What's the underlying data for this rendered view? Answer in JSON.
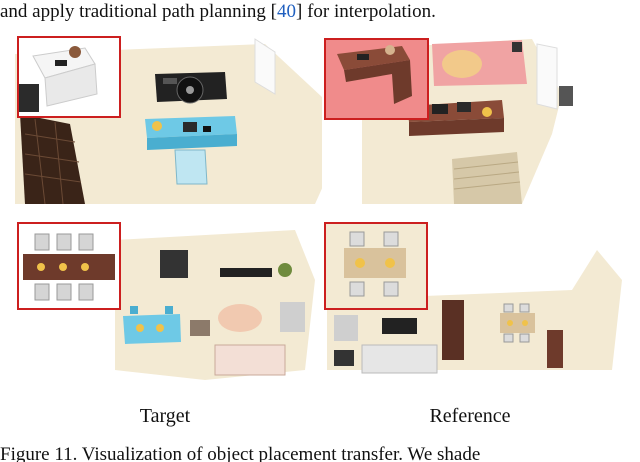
{
  "text_before": "and apply traditional path planning [",
  "citation": "40",
  "text_after": "] for interpolation.",
  "labels": {
    "target": "Target",
    "reference": "Reference"
  },
  "caption": "Figure 11. Visualization of object placement transfer. We shade",
  "colors": {
    "highlight_box": "#cc1f1f",
    "floor": "#f3ead3",
    "citation": "#1f5fbf"
  }
}
